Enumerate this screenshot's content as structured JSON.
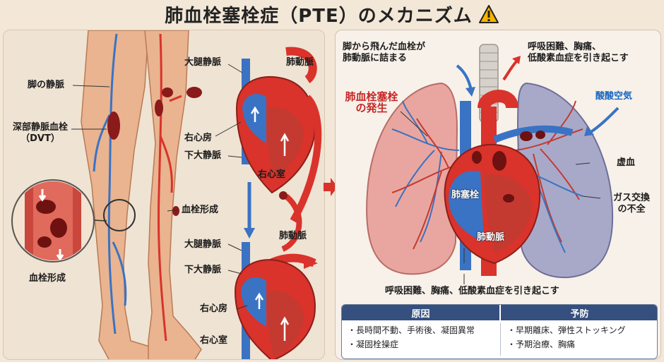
{
  "title": "肺血栓塞栓症（PTE）のメカニズム",
  "icons": {
    "warning": "warning-triangle-icon"
  },
  "colors": {
    "artery": "#d9332b",
    "vein": "#3a73c4",
    "clot": "#8b1a1a",
    "lung_left": "#e9a6a0",
    "lung_right": "#a8a9c9",
    "header": "#35507e"
  },
  "left": {
    "leg_vein": "脚の静脈",
    "dvt_line1": "深部静脈血栓",
    "dvt_line2": "（DVT）",
    "clot_formation_zoom": "血栓形成",
    "femoral_vein_top": "大腿静脈",
    "pulmonary_artery_top": "肺動脈",
    "right_atrium_top": "右心房",
    "ivc_top": "下大静脈",
    "right_ventricle_top": "右心室",
    "clot_formation_mid": "血栓形成",
    "femoral_vein_bottom": "大腿静脈",
    "pulmonary_artery_bottom": "肺動脈",
    "ivc_bottom": "下大静脈",
    "right_atrium_bottom": "右心房",
    "right_ventricle_bottom": "右心室"
  },
  "right": {
    "clot_travel_1": "脚から飛んだ血栓が",
    "clot_travel_2": "肺動脈に詰まる",
    "symptoms_1": "呼吸困難、胸痛、",
    "symptoms_2": "低酸素血症を引き起こす",
    "pte_onset_1": "肺血栓塞栓",
    "pte_onset_2": "の発生",
    "acidic_air": "酸酸空気",
    "ischemia": "虚血",
    "gas_1": "ガス交換",
    "gas_2": "の不全",
    "embolus": "肺塞栓",
    "pulm_artery": "肺動脈",
    "bottom_caption": "呼吸困難、胸痛、低酸素血症を引き起こす"
  },
  "info": {
    "cause_header": "原因",
    "prevention_header": "予防",
    "causes": [
      "長時間不動、手術後、凝固異常",
      "凝固栓操症"
    ],
    "preventions": [
      "早期離床、弾性ストッキング",
      "予期治療、胸痛"
    ]
  }
}
